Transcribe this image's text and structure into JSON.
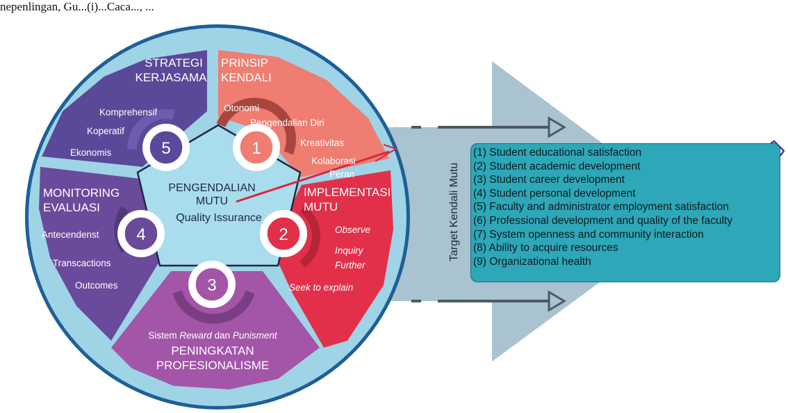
{
  "caption_fragment": "nepenlingan, Gu...(i)...Caca..., ...",
  "ring_title": "--- QUALITY ISSURANCE ---",
  "center": {
    "title_line1": "PENGENDALIAN",
    "title_line2": "MUTU",
    "subtitle": "Quality Issurance"
  },
  "segments": {
    "prinsip": {
      "number": "1",
      "title": [
        "PRINSIP",
        "KENDALI"
      ],
      "items": [
        "Otonomi",
        "Pengendalian Diri",
        "Kreativitas",
        "Kolaborasi",
        "Peran"
      ],
      "color": "#ef7d72"
    },
    "implementasi": {
      "number": "2",
      "title": [
        "IMPLEMENTASI",
        "MUTU"
      ],
      "items": [
        "Observe",
        "Inquiry",
        "Further",
        "Seek to explain"
      ],
      "color": "#e2304a"
    },
    "peningkatan": {
      "number": "3",
      "title": [
        "PENINGKATAN",
        "PROFESIONALISME"
      ],
      "items_prefix": "Sistem ",
      "items_em1": "Reward",
      "items_mid": " dan ",
      "items_em2": "Punisment",
      "color": "#a355a8"
    },
    "monitoring": {
      "number": "4",
      "title": [
        "MONITORING",
        "EVALUASI"
      ],
      "items": [
        "Antecendenst",
        "Transcactions",
        "Outcomes"
      ],
      "color": "#6a4a9a"
    },
    "strategi": {
      "number": "5",
      "title": [
        "STRATEGI",
        "KERJASAMA"
      ],
      "items": [
        "Komprehensif",
        "Koperatif",
        "Ekonomis"
      ],
      "color": "#5a4898"
    }
  },
  "arrow_label": "Target Kendali Mutu",
  "pin_icon": "pushpin-icon",
  "targets": [
    "(1) Student educational satisfaction",
    "(2) Student academic development",
    "(3) Student career development",
    "(4) Student personal development",
    "(5) Faculty and administrator employment satisfaction",
    "(6) Professional development and quality of the faculty",
    "(7) System openness and community interaction",
    "(8) Ability to acquire resources",
    "(9) Organizational health"
  ],
  "colors": {
    "outer_ring": "#1e5f97",
    "light_blue": "#9fd3e6",
    "arrow": "#a9c3d0",
    "target_box": "#2ea7b8"
  }
}
